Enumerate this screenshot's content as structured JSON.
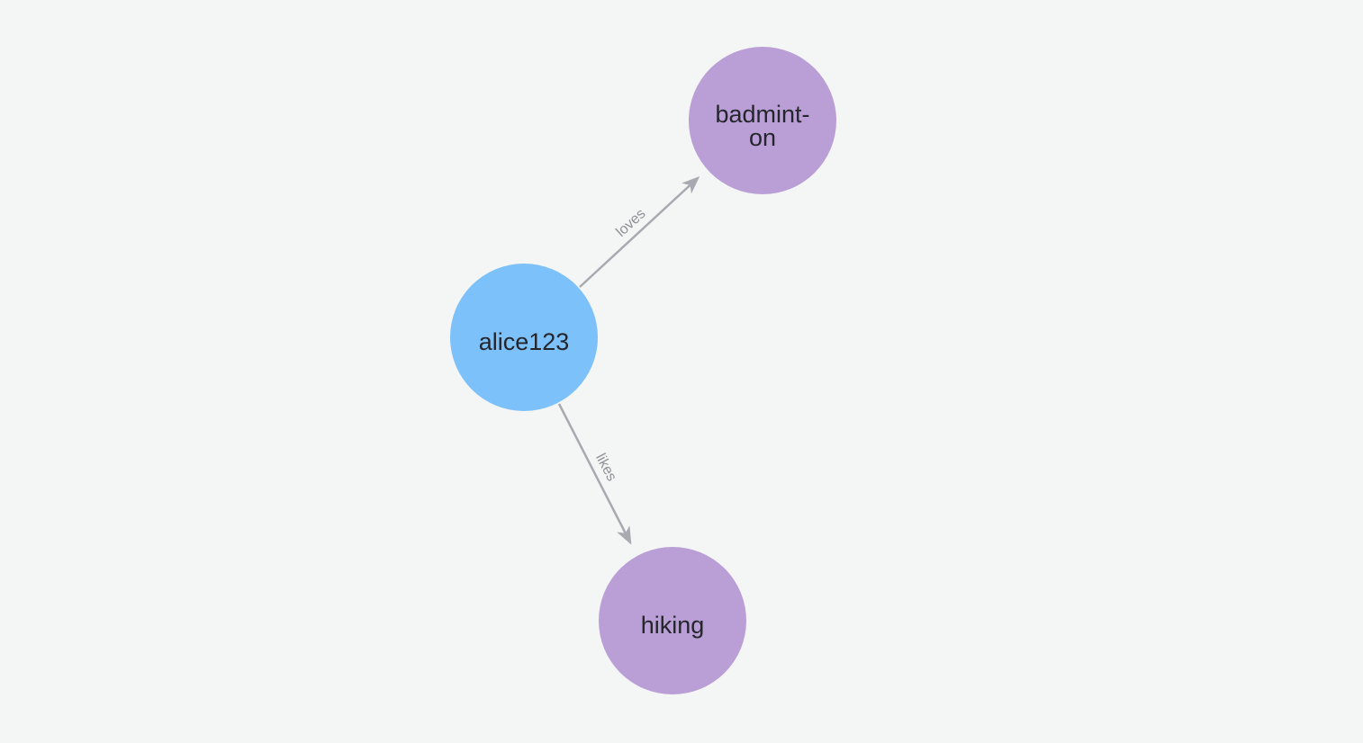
{
  "canvas": {
    "background": "#f4f5f5"
  },
  "graph": {
    "nodes": [
      {
        "caption": "alice123",
        "caption_lines": [
          "alice123"
        ],
        "fill": "#7cc1f9",
        "text_color": "#24262c"
      },
      {
        "caption": "badminton",
        "caption_lines": [
          "badmint-",
          "on"
        ],
        "fill": "#ba9ed6",
        "text_color": "#24262c"
      },
      {
        "caption": "hiking",
        "caption_lines": [
          "hiking"
        ],
        "fill": "#ba9ed6",
        "text_color": "#24262c"
      }
    ],
    "edges": [
      {
        "label": "loves",
        "from": "alice123",
        "to": "badminton"
      },
      {
        "label": "likes",
        "from": "alice123",
        "to": "hiking"
      }
    ],
    "style": {
      "edge_color": "#a7aab0",
      "edge_label_color": "#8e9196"
    }
  }
}
